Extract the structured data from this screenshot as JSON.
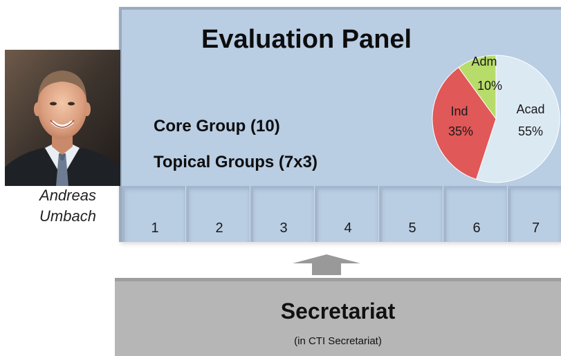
{
  "panel": {
    "title": "Evaluation Panel",
    "core_group": "Core Group (10)",
    "topical_groups": "Topical Groups (7x3)"
  },
  "groups": [
    "1",
    "2",
    "3",
    "4",
    "5",
    "6",
    "7"
  ],
  "person": {
    "name_line1": "Andreas",
    "name_line2": "Umbach"
  },
  "secretariat": {
    "title": "Secretariat",
    "subtitle": "(in CTI Secretariat)"
  },
  "chart_data": {
    "type": "pie",
    "slices": [
      {
        "label": "Acad",
        "value": 55,
        "value_label": "55%",
        "color": "#dbe9f3"
      },
      {
        "label": "Ind",
        "value": 35,
        "value_label": "35%",
        "color": "#e05858"
      },
      {
        "label": "Adm",
        "value": 10,
        "value_label": "10%",
        "color": "#b8dc6a"
      }
    ]
  }
}
